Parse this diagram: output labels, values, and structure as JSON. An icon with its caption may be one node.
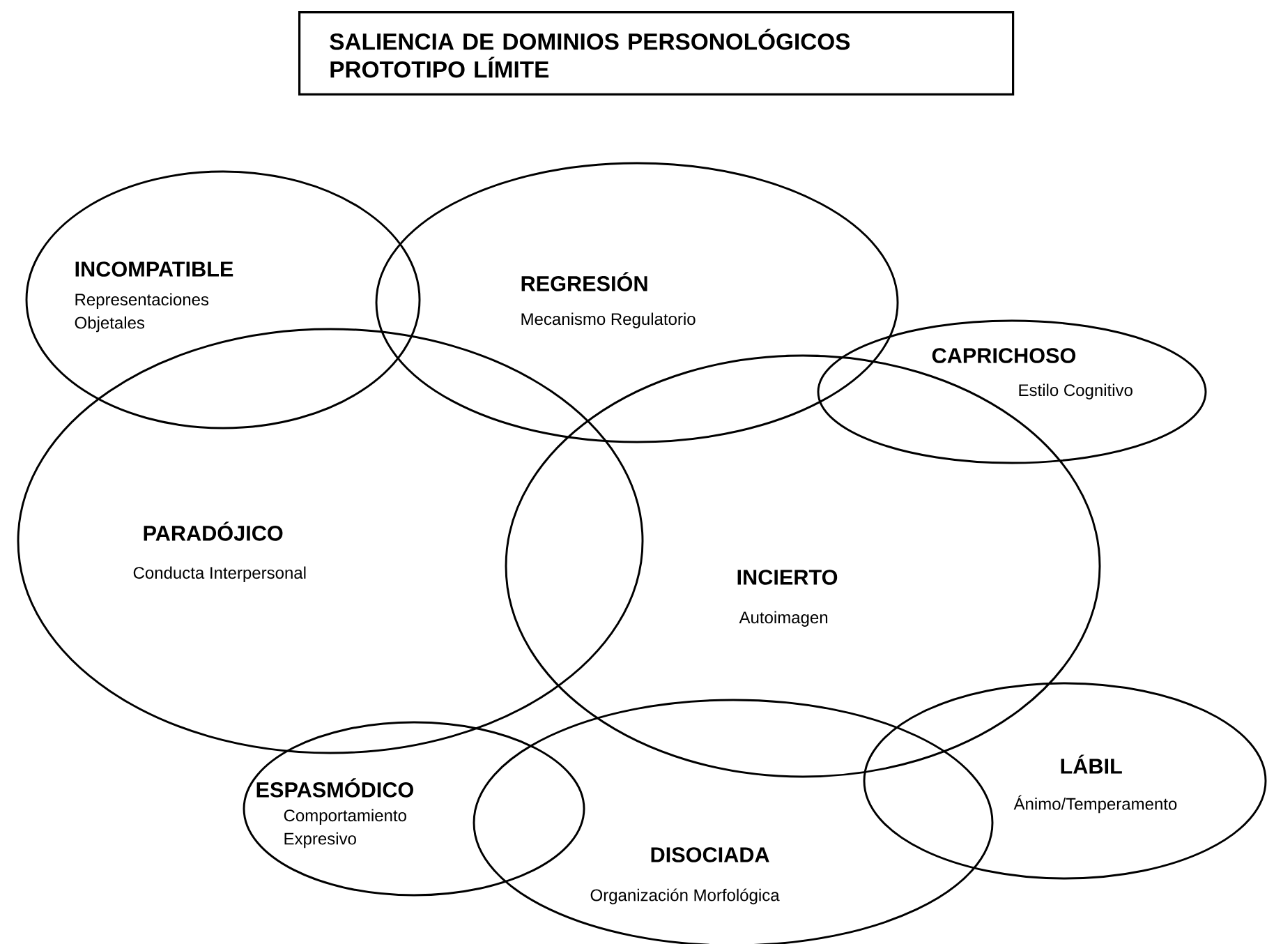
{
  "diagram": {
    "title": "SALIENCIA DE DOMINIOS PERSONOLÓGICOS PROTOTIPO LÍMITE",
    "nodes": [
      {
        "text": [
          "INCOMPATIBLE",
          "Representaciones Objetales"
        ]
      },
      {
        "text": [
          "REGRESIÓN",
          "Mecanismo Regulatorio"
        ]
      },
      {
        "text": [
          "CAPRICHOSO",
          "Estilo Cognitivo"
        ]
      },
      {
        "text": [
          "PARADÓJICO",
          "Conducta Interpersonal"
        ]
      },
      {
        "text": [
          "INCIERTO",
          "Autoimagen"
        ]
      },
      {
        "text": [
          "ESPASMÓDICO",
          "Comportamiento Expresivo"
        ]
      },
      {
        "text": [
          "DISOCIADA",
          "Organización Morfológica"
        ]
      },
      {
        "text": [
          "LÁBIL",
          "Ánimo/Temperamento"
        ]
      }
    ],
    "edges": []
  }
}
